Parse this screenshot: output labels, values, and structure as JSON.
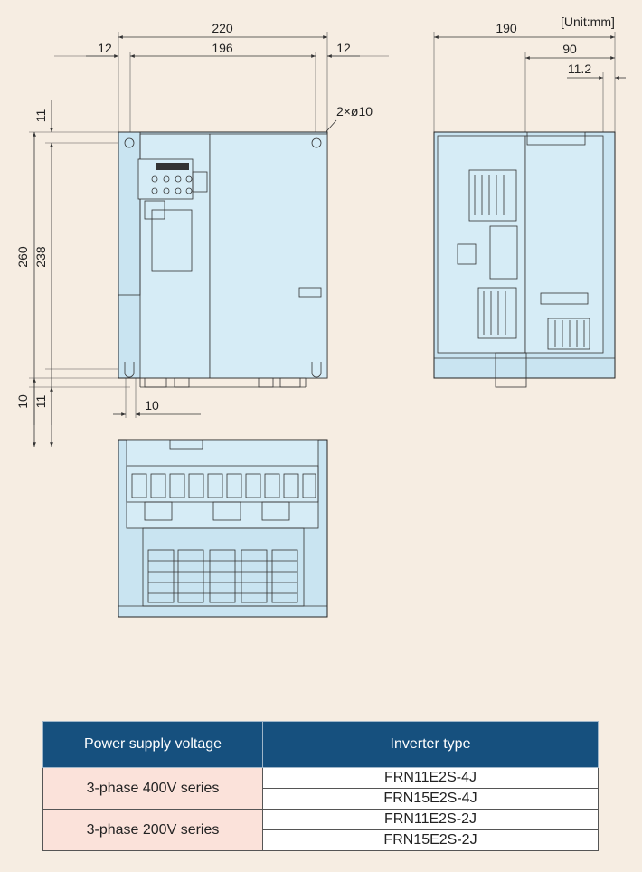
{
  "unit_label": "[Unit:mm]",
  "front_view": {
    "dim_top_total": "220",
    "dim_top_inner": "196",
    "dim_top_left": "12",
    "dim_top_right": "12",
    "dim_hole": "2×ø10",
    "dim_height_total": "260",
    "dim_height_inner": "238",
    "dim_top_margin": "11",
    "dim_bottom_a": "10",
    "dim_bottom_b": "11",
    "dim_slot": "10"
  },
  "side_view": {
    "dim_depth": "190",
    "dim_part": "90",
    "dim_small": "11.2"
  },
  "table": {
    "headers": [
      "Power supply voltage",
      "Inverter type"
    ],
    "rows": [
      {
        "voltage": "3-phase 400V series",
        "types": [
          "FRN11E2S-4J",
          "FRN15E2S-4J"
        ]
      },
      {
        "voltage": "3-phase 200V series",
        "types": [
          "FRN11E2S-2J",
          "FRN15E2S-2J"
        ]
      }
    ]
  },
  "colors": {
    "header_bg": "#16507e",
    "voltage_bg": "#fbe2da",
    "body_fill": "#c9e4f1"
  }
}
